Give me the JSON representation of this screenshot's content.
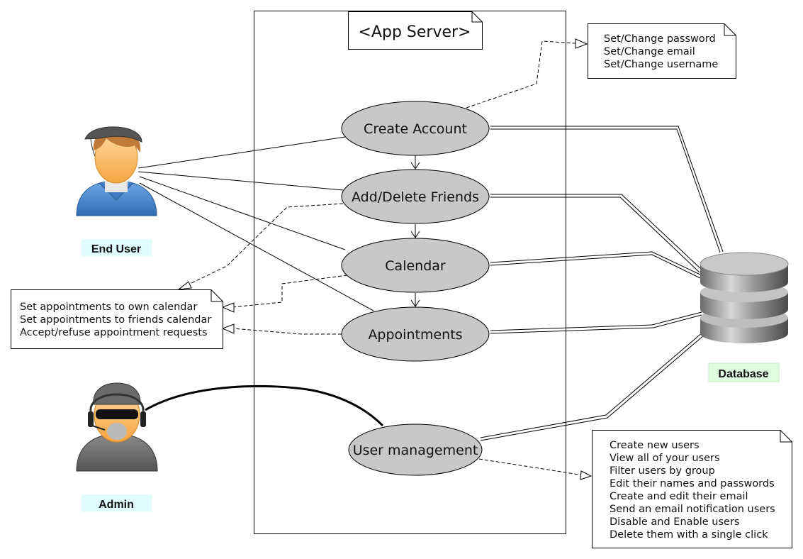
{
  "system": {
    "title": "<App Server>"
  },
  "actors": {
    "end_user": {
      "label": "End User"
    },
    "admin": {
      "label": "Admin"
    },
    "database": {
      "label": "Database"
    }
  },
  "use_cases": {
    "create_account": "Create Account",
    "add_delete_friends": "Add/Delete Friends",
    "calendar": "Calendar",
    "appointments": "Appointments",
    "user_management": "User management"
  },
  "notes": {
    "account": [
      "Set/Change password",
      "Set/Change email",
      "Set/Change username"
    ],
    "calendar": [
      "Set appointments to own calendar",
      "Set appointments to friends calendar",
      "Accept/refuse appointment requests"
    ],
    "admin": [
      "Create new users",
      "View all of your users",
      "Filter users by group",
      "Edit their names and passwords",
      "Create and edit their email",
      "Send an email notification users",
      "Disable and Enable users",
      "Delete them with a single click"
    ]
  },
  "colors": {
    "actor_label_bg": "#e0fcfc",
    "database_label_bg": "#e0fce0",
    "use_case_fill": "#c8c8c8",
    "end_user_hoodie": "#4f8fd1",
    "admin_shirt": "#666666"
  }
}
